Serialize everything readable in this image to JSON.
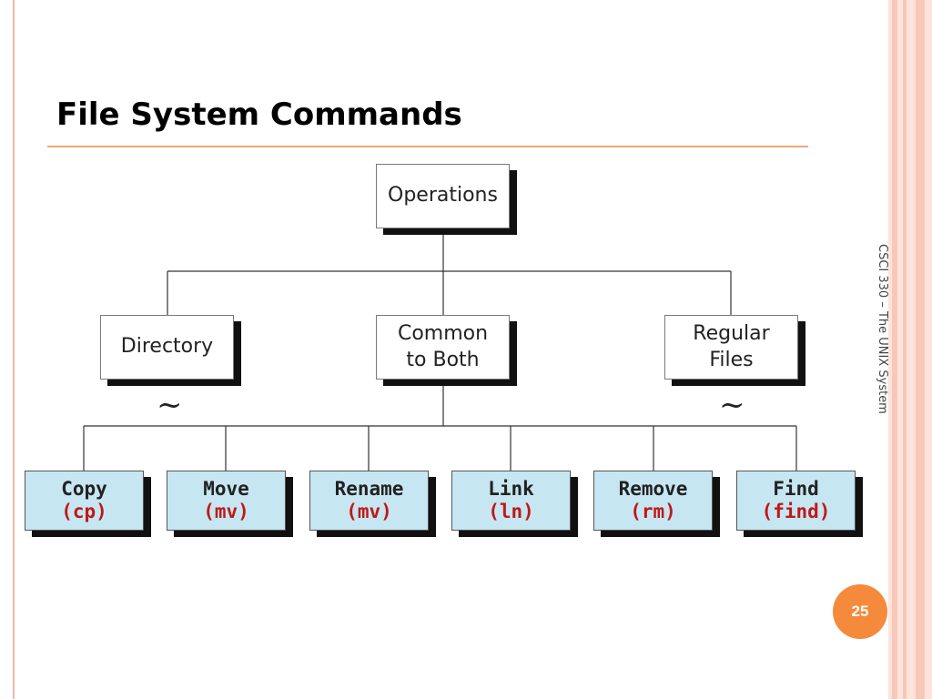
{
  "slide": {
    "title": "File System Commands",
    "side_text": "CSCI 330 – The UNIX System",
    "page_number": "25"
  },
  "diagram": {
    "root": {
      "label": "Operations"
    },
    "categories": [
      {
        "line1": "Directory",
        "line2": ""
      },
      {
        "line1": "Common",
        "line2": "to Both"
      },
      {
        "line1": "Regular",
        "line2": "Files"
      }
    ],
    "tilde": "~",
    "commands": [
      {
        "name": "Copy",
        "code": "(cp)"
      },
      {
        "name": "Move",
        "code": "(mv)"
      },
      {
        "name": "Rename",
        "code": "(mv)"
      },
      {
        "name": "Link",
        "code": "(ln)"
      },
      {
        "name": "Remove",
        "code": "(rm)"
      },
      {
        "name": "Find",
        "code": "(find)"
      }
    ]
  },
  "colors": {
    "accent_rule": "#f0a77a",
    "page_badge": "#f58a3c",
    "command_box_fill": "#c6e6f2",
    "command_code_text": "#c01818"
  }
}
